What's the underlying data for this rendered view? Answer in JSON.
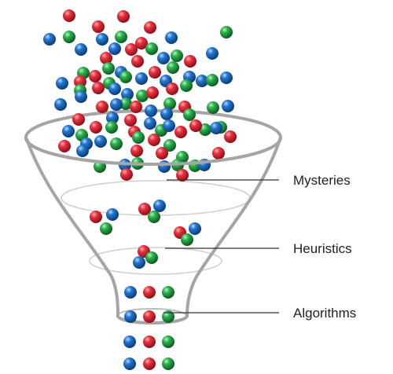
{
  "colors": {
    "red": "#e02a36",
    "green": "#27a64a",
    "blue": "#1f73c8",
    "funnel": "#9e9e9e",
    "funnel_inner": "#cfcfcf",
    "leader": "#333333"
  },
  "labels": {
    "mysteries": "Mysteries",
    "heuristics": "Heuristics",
    "algorithms": "Algorithms"
  }
}
